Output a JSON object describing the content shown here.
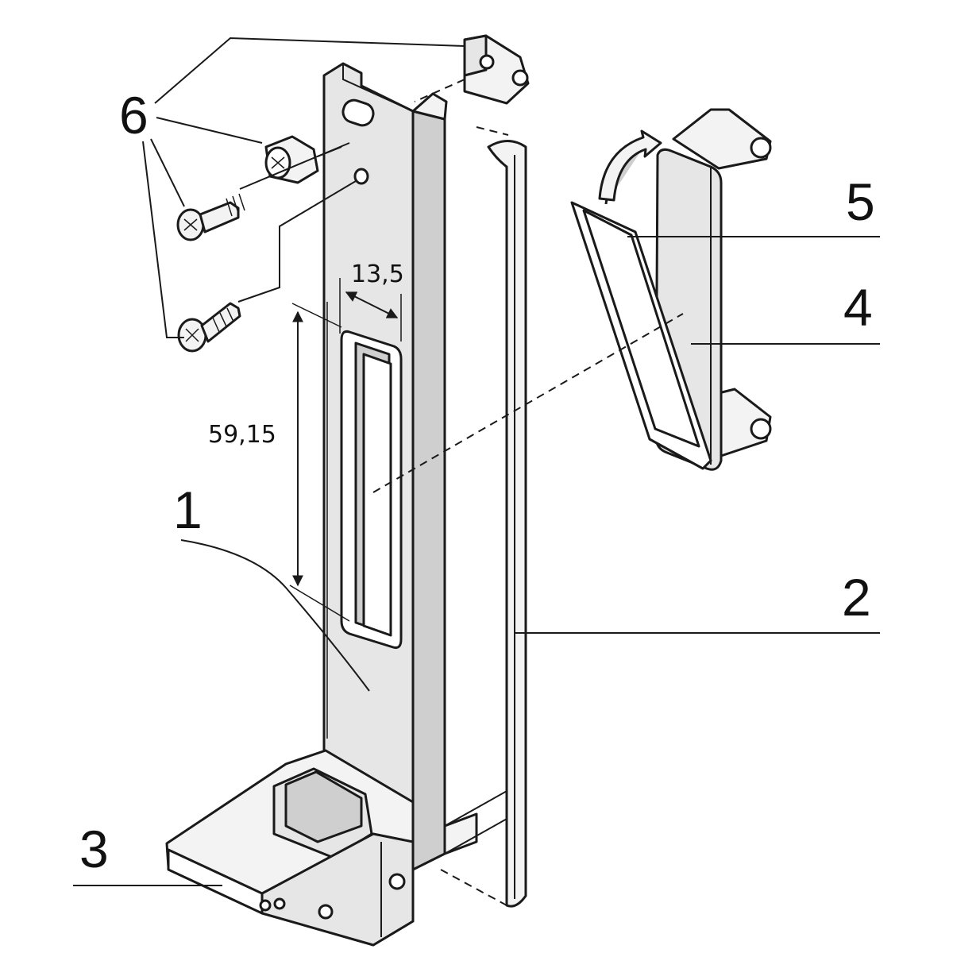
{
  "callouts": {
    "part_1": "1",
    "part_2": "2",
    "part_3": "3",
    "part_4": "4",
    "part_5": "5",
    "part_6": "6"
  },
  "dimensions": {
    "width": "13,5",
    "height": "59,15"
  }
}
